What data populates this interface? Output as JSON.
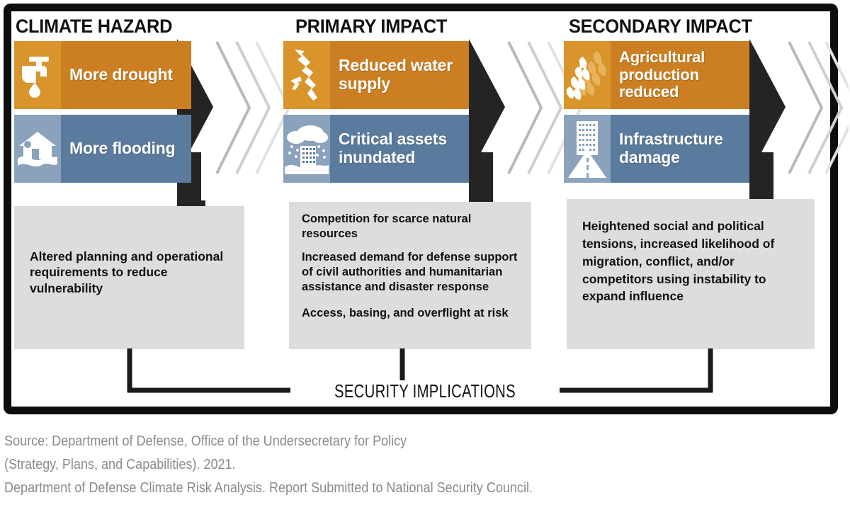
{
  "diagram": {
    "columns": [
      {
        "title": "CLIMATE HAZARD",
        "bars": [
          {
            "label": "More drought",
            "icon": "faucet-drip-icon",
            "color": "#cc7f22"
          },
          {
            "label": "More flooding",
            "icon": "flooded-house-icon",
            "color": "#5a7b9e"
          }
        ],
        "outcomes": [
          "Altered planning and operational requirements to reduce vulnerability"
        ]
      },
      {
        "title": "PRIMARY IMPACT",
        "bars": [
          {
            "label": "Reduced water supply",
            "icon": "cracked-dry-riverbed-icon",
            "color": "#cc7f22"
          },
          {
            "label": "Critical assets inundated",
            "icon": "rain-cloud-flooded-building-icon",
            "color": "#5a7b9e"
          }
        ],
        "outcomes": [
          "Competition for scarce natural resources",
          "Increased demand for defense support of civil authorities and humanitarian assistance and disaster response",
          "Access, basing, and overflight at risk"
        ]
      },
      {
        "title": "SECONDARY IMPACT",
        "bars": [
          {
            "label": "Agricultural production reduced",
            "icon": "wheat-stalks-icon",
            "color": "#cc7f22"
          },
          {
            "label": "Infrastructure damage",
            "icon": "building-road-icon",
            "color": "#5a7b9e"
          }
        ],
        "outcomes": [
          "Heightened social and political tensions, increased likelihood of migration, conflict, and/or competitors using instability to expand influence"
        ]
      }
    ],
    "footer_label": "SECURITY IMPLICATIONS",
    "colors": {
      "orange_light": "#d9952c",
      "orange_dark": "#cc7f22",
      "blue_light": "#8ba2bd",
      "blue_dark": "#5a7b9e",
      "gray_box": "#dcdddf",
      "black": "#0d0d0d",
      "source_text": "#8a8a8a"
    }
  },
  "source": {
    "line1": "Source: Department of Defense, Office of the Undersecretary for Policy",
    "line2": "(Strategy, Plans, and Capabilities). 2021.",
    "line3": "Department of Defense Climate Risk Analysis. Report Submitted to National Security Council."
  }
}
